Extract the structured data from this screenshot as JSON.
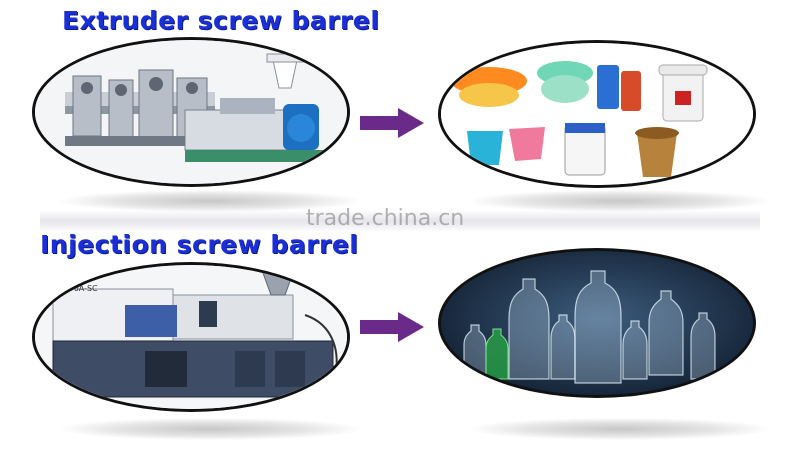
{
  "sections": [
    {
      "heading": "Extruder screw barrel"
    },
    {
      "heading": "Injection screw barrel"
    }
  ],
  "machine_label": "HC90A-SC",
  "watermark": "trade.china.cn",
  "colors": {
    "heading": "#1a2fd6",
    "arrow": "#6a2a8a",
    "oval_border": "#111111"
  }
}
